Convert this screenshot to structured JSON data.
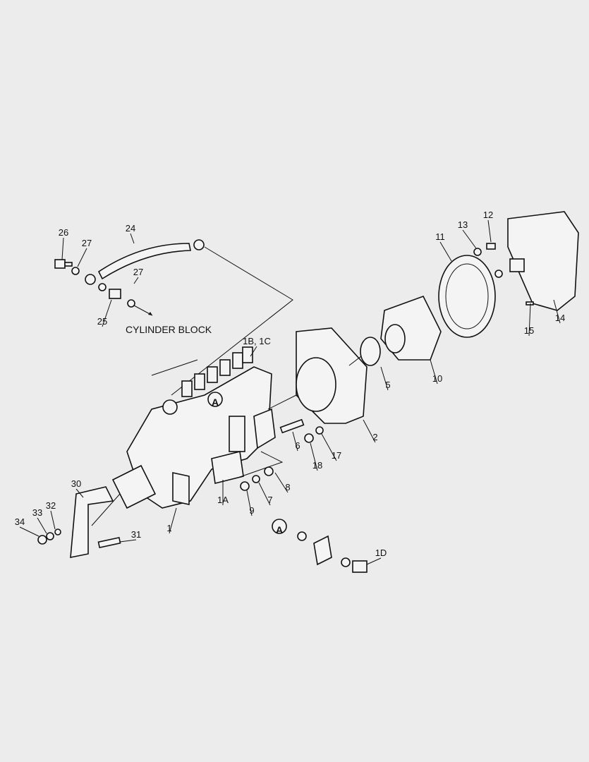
{
  "diagram": {
    "callouts": [
      "26",
      "27",
      "24",
      "27",
      "25",
      "1B, 1C",
      "A",
      "12",
      "13",
      "11",
      "14",
      "15",
      "10",
      "5",
      "2",
      "6",
      "17",
      "18",
      "8",
      "7",
      "9",
      "1A",
      "1",
      "30",
      "32",
      "33",
      "34",
      "31",
      "A",
      "1D"
    ],
    "note_label": "CYLINDER BLOCK"
  }
}
